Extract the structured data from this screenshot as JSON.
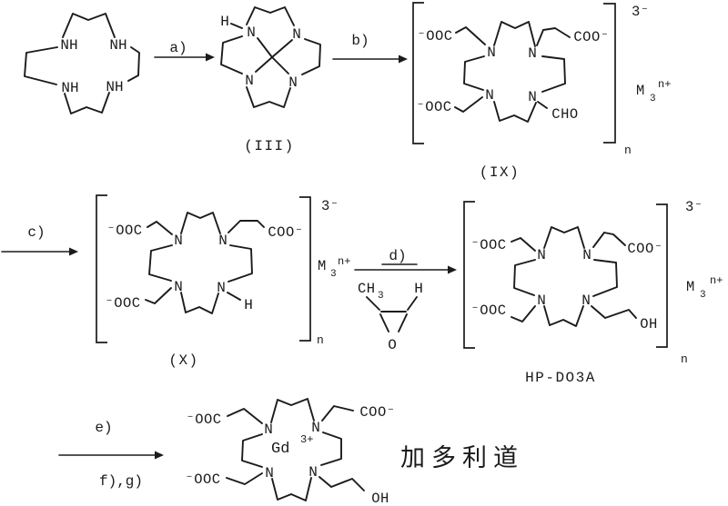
{
  "figure": {
    "type": "reaction-scheme",
    "colors": {
      "ink": "#1b1b1b",
      "background": "#ffffff"
    },
    "steps": {
      "a": "a)",
      "b": "b)",
      "c": "c)",
      "d": "d)",
      "e": "e)",
      "fg": "f),g)"
    },
    "captions": {
      "iii": "(III)",
      "ix": "(IX)",
      "x": "(X)",
      "hp_do3a": "HP-DO3A",
      "gadoteridol_zh": "加多利道"
    },
    "atoms": {
      "n": "N",
      "nh": "NH",
      "h": "H",
      "ooc": "⁻OOC",
      "coo": "COO⁻",
      "cho": "CHO",
      "oh": "OH",
      "ch": "CH",
      "three": "3",
      "o": "O",
      "gd": "Gd",
      "gd_charge": "3+"
    },
    "counterion": {
      "m": "M",
      "sub": "3",
      "sup": "n+"
    },
    "brackets": {
      "charge": "3⁻",
      "repeat": "n"
    }
  }
}
